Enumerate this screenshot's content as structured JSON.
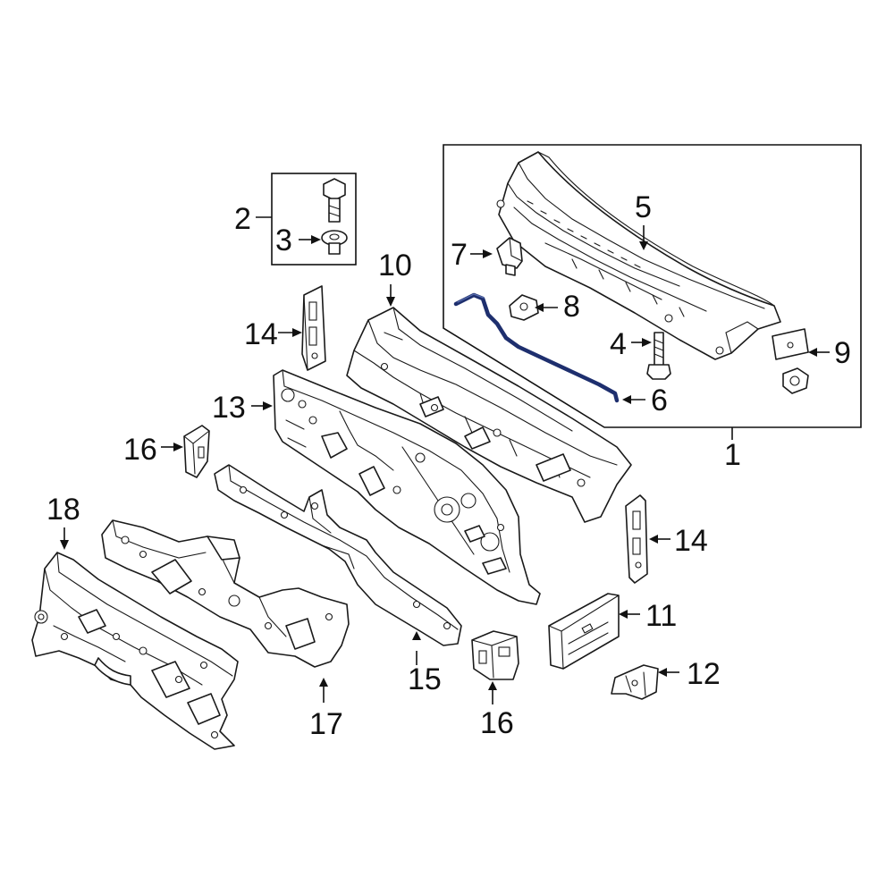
{
  "diagram": {
    "highlight_color": "#1e2f6e",
    "line_color": "#1a1a1a",
    "callouts": [
      {
        "id": "c1",
        "label": "1"
      },
      {
        "id": "c2",
        "label": "2"
      },
      {
        "id": "c3",
        "label": "3"
      },
      {
        "id": "c4",
        "label": "4"
      },
      {
        "id": "c5",
        "label": "5"
      },
      {
        "id": "c6",
        "label": "6"
      },
      {
        "id": "c7",
        "label": "7"
      },
      {
        "id": "c8",
        "label": "8"
      },
      {
        "id": "c9",
        "label": "9"
      },
      {
        "id": "c10",
        "label": "10"
      },
      {
        "id": "c11",
        "label": "11"
      },
      {
        "id": "c12",
        "label": "12"
      },
      {
        "id": "c13",
        "label": "13"
      },
      {
        "id": "c14a",
        "label": "14"
      },
      {
        "id": "c14b",
        "label": "14"
      },
      {
        "id": "c15",
        "label": "15"
      },
      {
        "id": "c16a",
        "label": "16"
      },
      {
        "id": "c16b",
        "label": "16"
      },
      {
        "id": "c17",
        "label": "17"
      },
      {
        "id": "c18",
        "label": "18"
      }
    ]
  }
}
